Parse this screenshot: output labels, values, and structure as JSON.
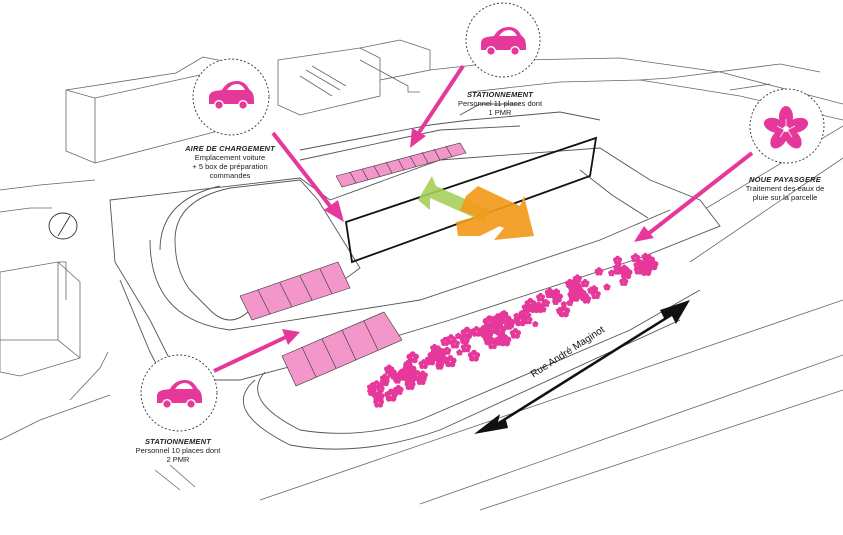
{
  "colors": {
    "magenta": "#e6389a",
    "parking": "#f397cb",
    "orange": "#f39a1c",
    "green": "#a6cf5c",
    "line": "#555555"
  },
  "labels": {
    "loading": {
      "title": "AIRE DE CHARGEMENT",
      "desc1": "Emplacement voiture",
      "desc2": "+ 5 box de préparation",
      "desc3": "commandes",
      "icon": "car-icon"
    },
    "parking_top": {
      "title": "STATIONNEMENT",
      "desc1": "Personnel 11 places dont",
      "desc2": "1 PMR",
      "icon": "car-icon"
    },
    "swale": {
      "title": "NOUE PAYASGERE",
      "desc1": "Traitement des eaux de",
      "desc2": "pluie sur la parcelle",
      "icon": "flower-icon"
    },
    "parking_bottom": {
      "title": "STATIONNEMENT",
      "desc1": "Personnel 10 places dont",
      "desc2": "2 PMR",
      "icon": "car-icon"
    }
  },
  "street_name": "Rue  André Maginot"
}
